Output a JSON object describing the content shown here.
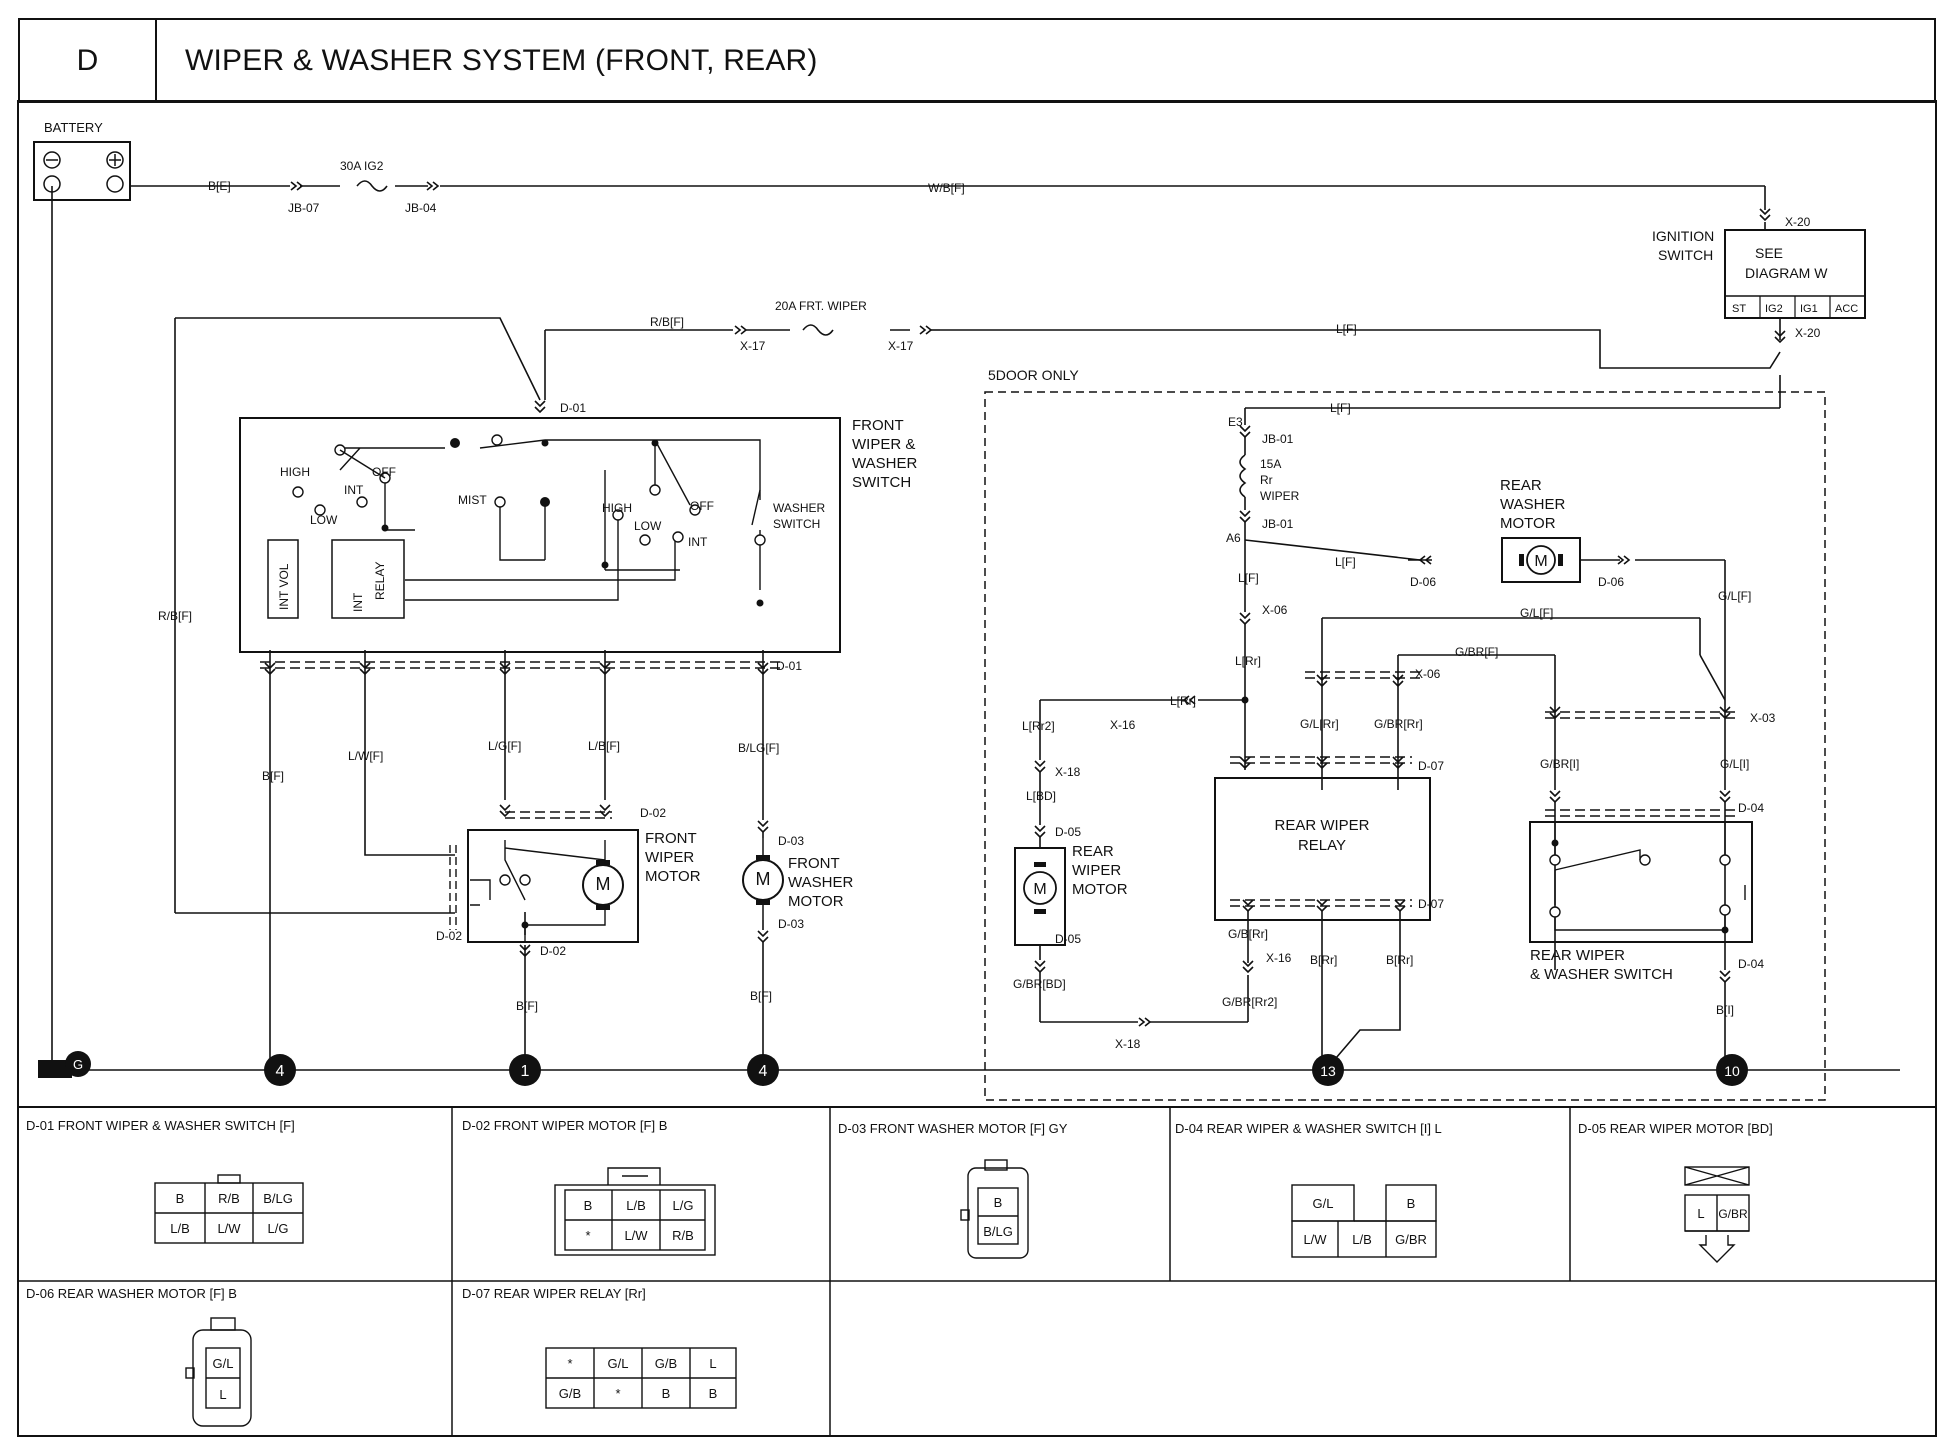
{
  "header": {
    "code": "D",
    "title": "WIPER & WASHER SYSTEM (FRONT, REAR)"
  },
  "schematic": {
    "battery": "BATTERY",
    "fuse_ig2": "30A IG2",
    "fuse_wiper": "20A FRT. WIPER",
    "fuse_rr_line1": "15A",
    "fuse_rr_line2": "Rr",
    "fuse_rr_line3": "WIPER",
    "ignition_l1": "IGNITION",
    "ignition_l2": "SWITCH",
    "see_l1": "SEE",
    "see_l2": "DIAGRAM  W",
    "ign_pos": [
      "ST",
      "IG2",
      "IG1",
      "ACC"
    ],
    "fws_l1": "FRONT",
    "fws_l2": "WIPER &",
    "fws_l3": "WASHER",
    "fws_l4": "SWITCH",
    "five_door": "5DOOR ONLY",
    "rwm_l1": "REAR",
    "rwm_l2": "WASHER",
    "rwm_l3": "MOTOR",
    "relay_l1": "REAR WIPER",
    "relay_l2": "RELAY",
    "fwm_l1": "FRONT",
    "fwm_l2": "WIPER",
    "fwm_l3": "MOTOR",
    "fwa_l1": "FRONT",
    "fwa_l2": "WASHER",
    "fwa_l3": "MOTOR",
    "rwp_l1": "REAR",
    "rwp_l2": "WIPER",
    "rwp_l3": "MOTOR",
    "rws_l1": "REAR WIPER",
    "rws_l2": "& WASHER SWITCH",
    "sw": {
      "high": "HIGH",
      "int": "INT",
      "low": "LOW",
      "off": "OFF",
      "mist": "MIST",
      "high2": "HIGH",
      "low2": "LOW",
      "off2": "OFF",
      "int2": "INT",
      "washer1": "WASHER",
      "washer2": "SWITCH",
      "intvol": "INT VOL",
      "relay_int": "INT",
      "relay": "RELAY"
    },
    "motor_m": "M",
    "wires": {
      "bE": "B[E]",
      "wbf": "W/B[F]",
      "rbf": "R/B[F]",
      "lf": "L[F]",
      "rbf_side": "R/B[F]",
      "bf1": "B[F]",
      "lwf": "L/W[F]",
      "lgf": "L/G[F]",
      "lbf": "L/B[F]",
      "blgf": "B/LG[F]",
      "bf2": "B[F]",
      "bf3": "B[F]",
      "lf_top": "L[F]",
      "lf_rwm": "L[F]",
      "lf_down": "L[F]",
      "lrr": "L[Rr]",
      "lrr2": "L[Rr]",
      "lrr2b": "L[Rr2]",
      "lbd": "L[BD]",
      "gbrbd": "G/BR[BD]",
      "glf": "G/L[F]",
      "glf2": "G/L[F]",
      "gbrf": "G/BR[F]",
      "glrr": "G/L[Rr]",
      "gbrrr": "G/BR[Rr]",
      "gbrl": "G/BR[I]",
      "gli": "G/L[I]",
      "gbrr": "G/B[Rr]",
      "gbrrr2": "G/BR[Rr2]",
      "brr1": "B[Rr]",
      "brr2": "B[Rr]",
      "bi": "B[I]"
    },
    "conn": {
      "jb07": "JB-07",
      "jb04": "JB-04",
      "x20a": "X-20",
      "x20b": "X-20",
      "x17a": "X-17",
      "x17b": "X-17",
      "d01a": "D-01",
      "d01b": "D-01",
      "jb01a": "JB-01",
      "jb01b": "JB-01",
      "d06a": "D-06",
      "d06b": "D-06",
      "x06a": "X-06",
      "x06b": "X-06",
      "x16a": "X-16",
      "x16b": "X-16",
      "x18a": "X-18",
      "x18b": "X-18",
      "d07a": "D-07",
      "d07b": "D-07",
      "x03": "X-03",
      "d04a": "D-04",
      "d04b": "D-04",
      "d02a": "D-02",
      "d02b": "D-02",
      "d02c": "D-02",
      "d03a": "D-03",
      "d03b": "D-03",
      "d05a": "D-05",
      "d05b": "D-05",
      "e3": "E3",
      "a6": "A6"
    },
    "grounds": [
      "G",
      "4",
      "1",
      "4",
      "13",
      "10"
    ]
  },
  "panels": [
    {
      "title": "D-01 FRONT WIPER & WASHER SWITCH [F]",
      "cells": [
        "B",
        "R/B",
        "B/LG",
        "L/B",
        "L/W",
        "L/G"
      ]
    },
    {
      "title": "D-02 FRONT WIPER MOTOR [F] B",
      "cells": [
        "B",
        "L/B",
        "L/G",
        "*",
        "L/W",
        "R/B"
      ]
    },
    {
      "title": "D-03 FRONT WASHER MOTOR [F] GY",
      "cells": [
        "B",
        "B/LG"
      ]
    },
    {
      "title": "D-04 REAR WIPER & WASHER SWITCH [I] L",
      "cells": [
        "G/L",
        "B",
        "L/W",
        "L/B",
        "G/BR"
      ]
    },
    {
      "title": "D-05 REAR WIPER MOTOR [BD]",
      "cells": [
        "L",
        "G/BR"
      ]
    },
    {
      "title": "D-06 REAR WASHER MOTOR [F] B",
      "cells": [
        "G/L",
        "L"
      ]
    },
    {
      "title": "D-07 REAR WIPER RELAY [Rr]",
      "cells": [
        "*",
        "G/L",
        "G/B",
        "L",
        "G/B",
        "*",
        "B",
        "B"
      ]
    }
  ]
}
